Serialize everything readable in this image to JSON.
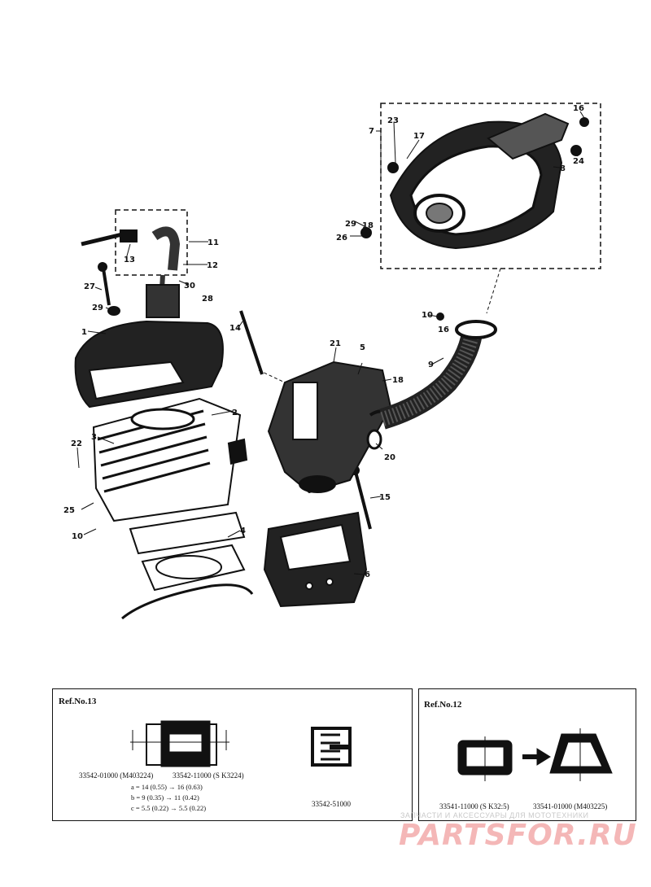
{
  "callouts": {
    "c1": "1",
    "c2": "2",
    "c3": "3",
    "c4": "4",
    "c5": "5",
    "c6": "6",
    "c7": "7",
    "c8": "8",
    "c9": "9",
    "c10a": "10",
    "c10b": "10",
    "c11": "11",
    "c12": "12",
    "c13": "13",
    "c14": "14",
    "c15": "15",
    "c16a": "16",
    "c16b": "16",
    "c17": "17",
    "c18a": "18",
    "c18b": "18",
    "c20": "20",
    "c21": "21",
    "c22": "22",
    "c23": "23",
    "c24": "24",
    "c25": "25",
    "c26": "26",
    "c27": "27",
    "c28": "28",
    "c29a": "29",
    "c29b": "29",
    "c30": "30"
  },
  "ref13": {
    "title": "Ref.No.13",
    "part_a": "33542-01000 (M403224)",
    "part_b": "33542-11000 (S K3224)",
    "dim_a": "a = 14 (0.55) → 16 (0.63)",
    "dim_b": "b = 9 (0.35) → 11 (0.42)",
    "dim_c": "c = 5.5 (0.22) → 5.5 (0.22)",
    "part_c": "33542-51000"
  },
  "ref12": {
    "title": "Ref.No.12",
    "part_a": "33541-11000 (S K32:5)",
    "part_b": "33541-01000 (M403225)"
  },
  "watermark": {
    "small": "ЗАПЧАСТИ И АКСЕССУАРЫ ДЛЯ МОТОТЕХНИКИ",
    "big": "PARTSFOR.RU"
  },
  "colors": {
    "ink": "#111111",
    "watermark": "#f3b0b0"
  }
}
